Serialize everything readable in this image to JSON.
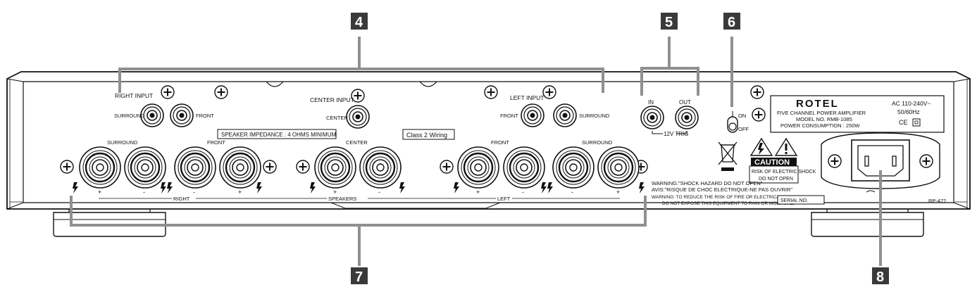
{
  "callouts": {
    "c4": "4",
    "c5": "5",
    "c6": "6",
    "c7": "7",
    "c8": "8"
  },
  "inputs": {
    "right_input": "RIGHT INPUT",
    "surround": "SURROUND",
    "front": "FRONT",
    "center_input": "CENTER INPUT",
    "center": "CENTER",
    "left_input": "LEFT INPUT",
    "front_left": "FRONT",
    "surround_left": "SURROUND"
  },
  "trigger": {
    "in": "IN",
    "out": "OUT",
    "label": "12V TRIG",
    "on": "ON",
    "off": "OFF"
  },
  "impedance": "SPEAKER IMPEDANCE : 4 OHMS MINIMUM",
  "class2": "Class 2 Wiring",
  "speakers": {
    "surround_r": "SURROUND",
    "front_r": "FRONT",
    "center": "CENTER",
    "front_l": "FRONT",
    "surround_l": "SURROUND",
    "right": "RIGHT",
    "speakers": "SPEAKERS",
    "left": "LEFT",
    "polarity": [
      "+",
      "-",
      "-",
      "+",
      "+",
      "-",
      "+",
      "-",
      "-",
      "+"
    ]
  },
  "nameplate": {
    "brand": "ROTEL",
    "l1": "FIVE CHANNEL POWER AMPLIFIER",
    "l2": "MODEL NO. RMB-1085",
    "l3": "POWER CONSUMPTION : 250W",
    "ac": "AC 110-240V~",
    "hz": "50/60Hz",
    "ce": "CE"
  },
  "caution": {
    "title": "CAUTION",
    "l1": "RISK OF ELECTRIC SHOCK",
    "l2": "DO NOT OPEN"
  },
  "warnings": {
    "w1": "WARNING:\"SHOCK HAZARD DO NOT OPEN\"",
    "w2": "AVIS:\"RISQUE DE CHOC ELECTRIQUE-NE PAS OUVRIR\"",
    "w3": "WARNING: TO REDUCE THE RISK OF FIRE OR ELECTRICAL SHOCK,",
    "w4": "DO NOT EXPOSE THIS EQUIPMENT TO RAIN OR MOISTURE.",
    "serial": "SERIAL NO."
  },
  "model_code": "RP-472"
}
